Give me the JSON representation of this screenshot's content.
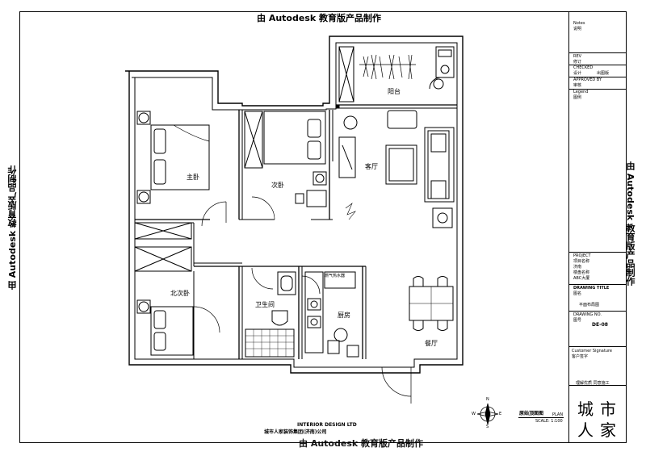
{
  "watermark": {
    "top": "由 Autodesk 教育版产品制作",
    "left": "由 Autodesk 教育版产品制作",
    "right": "由 Autodesk 教育版产品制作",
    "bottom": "由 Autodesk 教育版产品制作"
  },
  "rooms": {
    "master_bedroom": "主卧",
    "second_bedroom": "次卧",
    "north_bedroom": "北次卧",
    "balcony": "阳台",
    "living_room": "客厅",
    "bathroom": "卫生间",
    "kitchen": "厨房",
    "dining_room": "餐厅"
  },
  "fixtures": {
    "water_heater": "燃气热水器"
  },
  "title_block": {
    "notes": "Notes",
    "notes_cn": "说明",
    "rev": "REV",
    "rev_cn": "修订",
    "checked": "CHECKED",
    "design": "设计",
    "drawn_by": "出图版",
    "approved_by": "APPROVED BY",
    "approved_cn": "审核",
    "legend": "Legend",
    "legend_cn": "图例",
    "project": "PROJECT",
    "project_cn": "项目名称",
    "project_city": "济南",
    "project_name_label": "楼盘名称",
    "project_name": "ABC大厦",
    "drawing_title_label": "DRAWING TITLE",
    "drawing_title_cn": "图名",
    "drawing_title": "平面布局图",
    "drawing_no_label": "DRAWING NO.",
    "drawing_no_cn": "图号",
    "drawing_no": "DE-08",
    "customer_signature": "Customer Signature",
    "customer_signature_cn": "客户签字",
    "footer": "理解优质 同意施工",
    "stamp": [
      "城",
      "市",
      "人",
      "家"
    ]
  },
  "company": {
    "en": "INTERIOR DESIGN LTD",
    "cn": "城市人家装饰集团(济南)公司"
  },
  "plan_label": {
    "title": "原始顶面图",
    "tag": "PLAN",
    "scale": "SCALE: 1:100"
  },
  "compass": {
    "n": "N",
    "s": "S",
    "e": "E",
    "w": "W"
  }
}
